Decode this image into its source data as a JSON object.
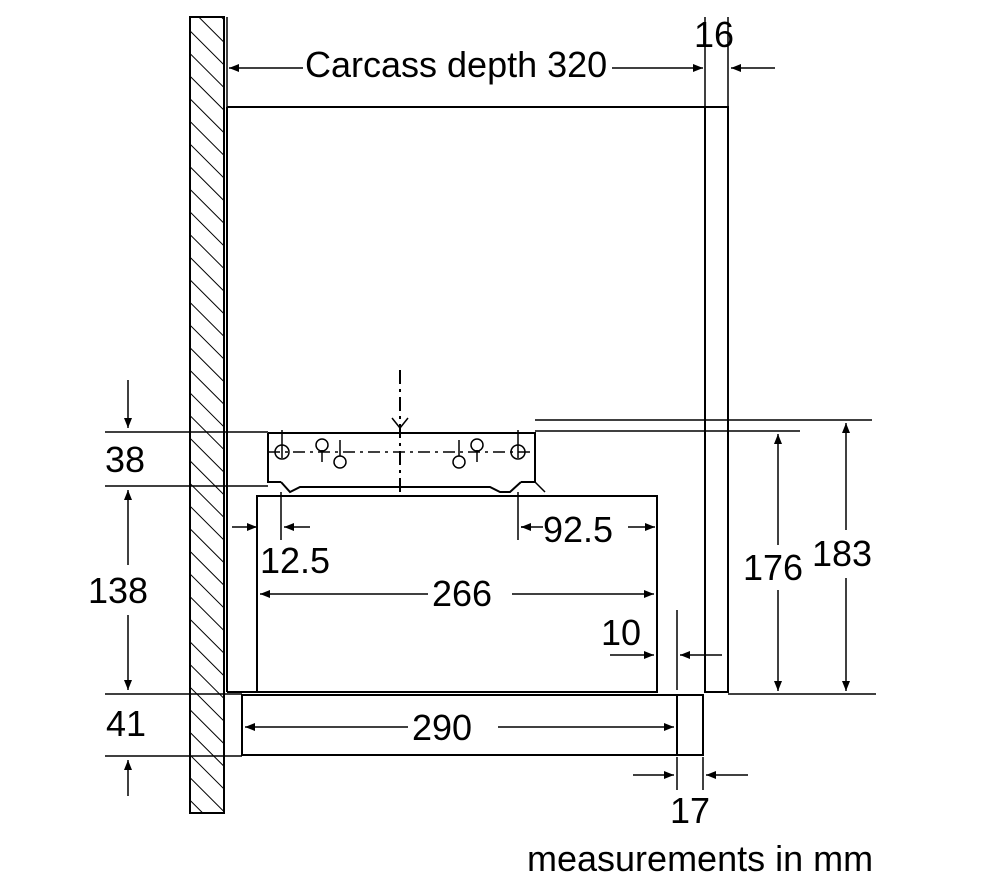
{
  "labels": {
    "carcass_depth": "Carcass depth 320",
    "front_thickness_top": "16",
    "height_38": "38",
    "height_138": "138",
    "height_41": "41",
    "offset_12_5": "12.5",
    "offset_92_5": "92.5",
    "width_266": "266",
    "gap_10": "10",
    "width_290": "290",
    "front_thickness_bottom": "17",
    "height_176": "176",
    "height_183": "183",
    "units_note": "measurements in mm"
  },
  "colors": {
    "line": "#000000",
    "background": "#ffffff"
  }
}
